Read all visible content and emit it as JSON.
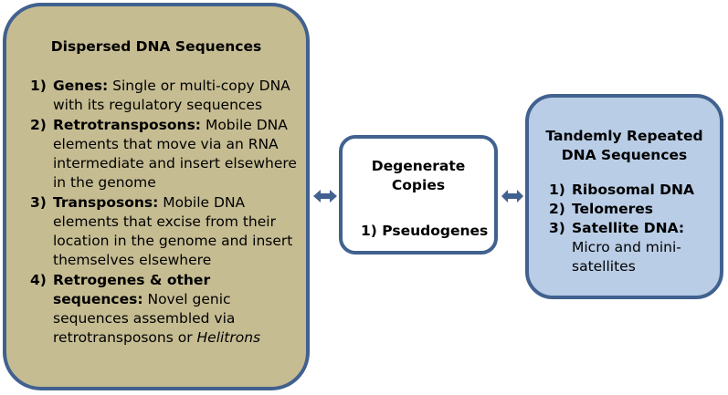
{
  "colors": {
    "border": "#41618f",
    "dispersed_fill": "#c6bc92",
    "degenerate_fill": "#ffffff",
    "tandem_fill": "#b9cde6",
    "arrow": "#41618f"
  },
  "dispersed": {
    "title": "Dispersed DNA Sequences",
    "items": [
      {
        "num": "1)",
        "heading": "Genes:",
        "text": " Single or multi-copy DNA with its regulatory sequences"
      },
      {
        "num": "2)",
        "heading": "Retrotransposons:",
        "text": " Mobile DNA elements that move via an RNA intermediate and insert elsewhere in the genome"
      },
      {
        "num": "3)",
        "heading": "Transposons:",
        "text": " Mobile DNA elements that excise from their location in the genome and insert themselves elsewhere"
      },
      {
        "num": "4)",
        "heading": "Retrogenes & other sequences:",
        "text": " Novel genic sequences assembled via retrotransposons or ",
        "italic": "Helitrons"
      }
    ]
  },
  "degenerate": {
    "title_line1": "Degenerate",
    "title_line2": "Copies",
    "item": "1) Pseudogenes"
  },
  "tandem": {
    "title_line1": "Tandemly Repeated",
    "title_line2": "DNA Sequences",
    "items": [
      {
        "num": "1)",
        "label": "Ribosomal DNA"
      },
      {
        "num": "2)",
        "label": "Telomeres"
      },
      {
        "num": "3)",
        "label": "Satellite DNA:",
        "sub": "Micro and mini-satellites"
      }
    ]
  },
  "arrows": [
    {
      "name": "arrow-dispersed-degenerate",
      "icon": "double-arrow-icon"
    },
    {
      "name": "arrow-degenerate-tandem",
      "icon": "double-arrow-icon"
    }
  ]
}
